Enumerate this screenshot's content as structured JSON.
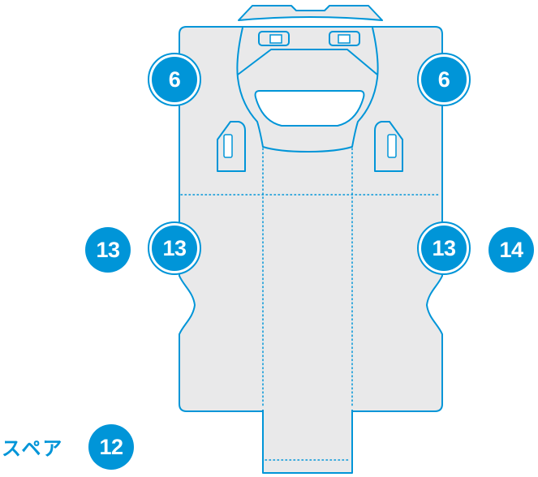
{
  "diagram": {
    "spare_label": "スペア",
    "callouts": [
      {
        "id": "callout-6-upper-left",
        "label": "6"
      },
      {
        "id": "callout-6-upper-right",
        "label": "6"
      },
      {
        "id": "callout-13-far-left",
        "label": "13"
      },
      {
        "id": "callout-13-left-edge",
        "label": "13"
      },
      {
        "id": "callout-13-right-edge",
        "label": "13"
      },
      {
        "id": "callout-14-far-right",
        "label": "14"
      },
      {
        "id": "callout-12-bottom-left",
        "label": "12"
      }
    ],
    "colors": {
      "accent_blue": "#0095D8",
      "panel_fill": "#E9E9EA",
      "opening_fill": "#FFFFFF",
      "background": "#FFFFFF"
    }
  }
}
